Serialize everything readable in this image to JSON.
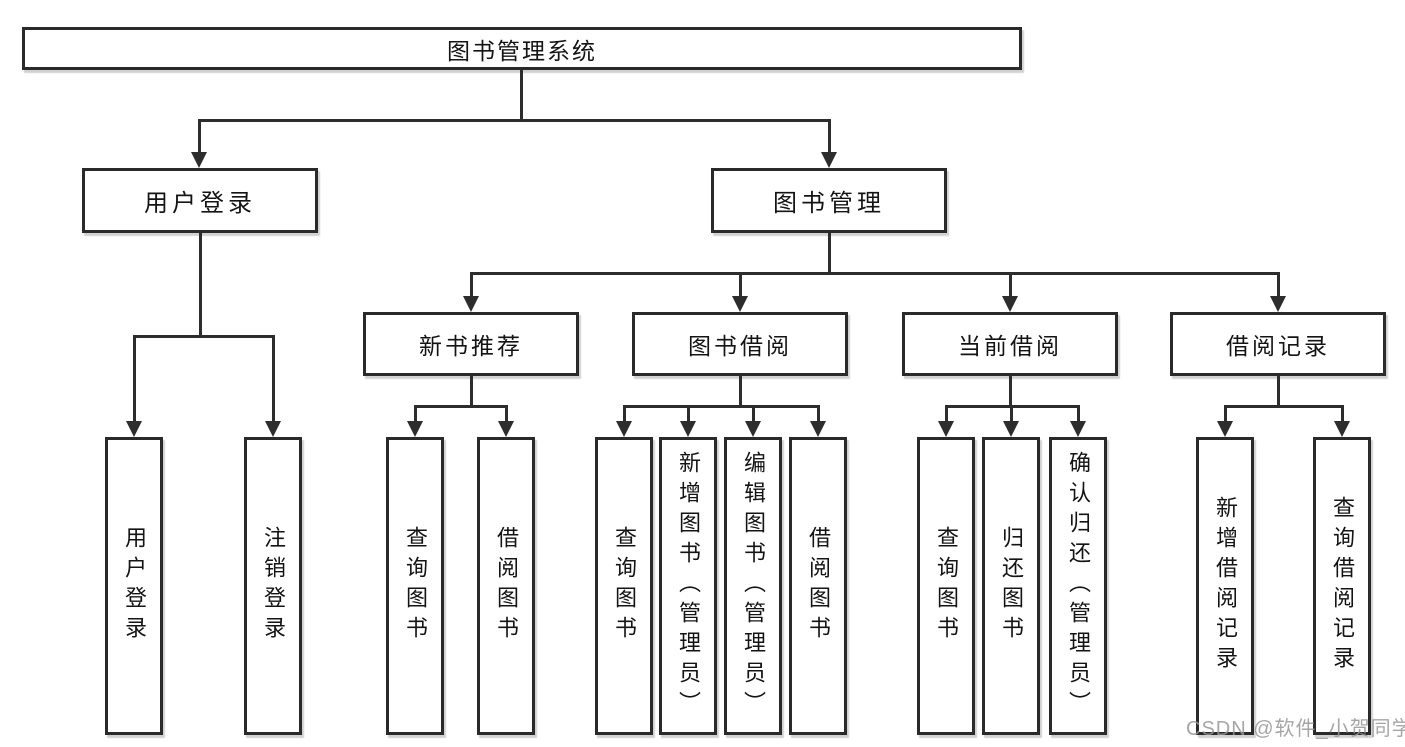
{
  "tree": {
    "label": "图书管理系统",
    "children": [
      {
        "label": "用户登录",
        "children": [
          {
            "label": "用户登录"
          },
          {
            "label": "注销登录"
          }
        ]
      },
      {
        "label": "图书管理",
        "children": [
          {
            "label": "新书推荐",
            "children": [
              {
                "label": "查询图书"
              },
              {
                "label": "借阅图书"
              }
            ]
          },
          {
            "label": "图书借阅",
            "children": [
              {
                "label": "查询图书"
              },
              {
                "label": "新增图书（管理员）"
              },
              {
                "label": "编辑图书（管理员）"
              },
              {
                "label": "借阅图书"
              }
            ]
          },
          {
            "label": "当前借阅",
            "children": [
              {
                "label": "查询图书"
              },
              {
                "label": "归还图书"
              },
              {
                "label": "确认归还（管理员）"
              }
            ]
          },
          {
            "label": "借阅记录",
            "children": [
              {
                "label": "新增借阅记录"
              },
              {
                "label": "查询借阅记录"
              }
            ]
          }
        ]
      }
    ]
  },
  "watermark": "CSDN @软件_小贺同学",
  "colors": {
    "line": "#2d2d2d",
    "box_border": "#2a2a2a",
    "text": "#141414",
    "watermark": "#969696",
    "background": "#ffffff"
  }
}
